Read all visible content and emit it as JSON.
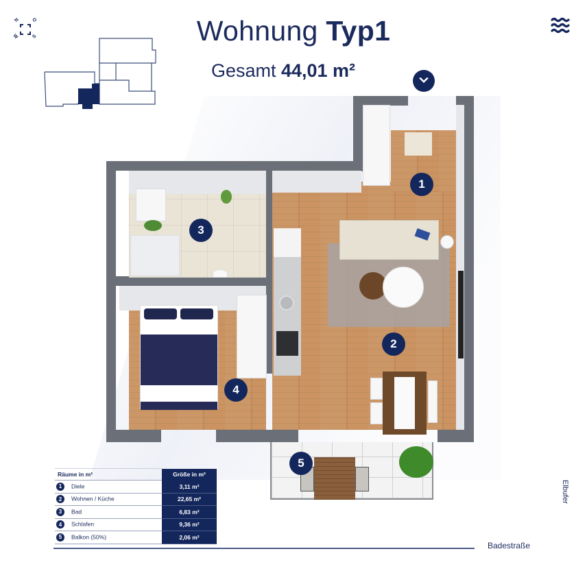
{
  "header": {
    "title_prefix": "Wohnung",
    "title_bold": "Typ1",
    "subtitle_prefix": "Gesamt",
    "subtitle_bold": "44,01 m²"
  },
  "icons": {
    "compass": {
      "north": "N",
      "east": "O",
      "south": "S",
      "west": "W"
    },
    "menu": "waves-menu-icon",
    "expand": "chevron-down-icon"
  },
  "colors": {
    "brand_navy": "#14275c",
    "text_navy": "#1b2a5c",
    "wall_gray": "#6b6f77",
    "wood_floor": "#c9915e"
  },
  "plan": {
    "badges": [
      {
        "number": "1",
        "room": "Diele"
      },
      {
        "number": "2",
        "room": "Wohnen / Küche"
      },
      {
        "number": "3",
        "room": "Bad"
      },
      {
        "number": "4",
        "room": "Schlafen"
      },
      {
        "number": "5",
        "room": "Balkon (50%)"
      }
    ]
  },
  "room_table": {
    "header_left": "Räume in m²",
    "header_right": "Größe in m²",
    "rows": [
      {
        "number": "1",
        "name": "Diele",
        "size": "3,11 m²"
      },
      {
        "number": "2",
        "name": "Wohnen / Küche",
        "size": "22,65 m²"
      },
      {
        "number": "3",
        "name": "Bad",
        "size": "6,83 m²"
      },
      {
        "number": "4",
        "name": "Schlafen",
        "size": "9,36 m²"
      },
      {
        "number": "5",
        "name": "Balkon (50%)",
        "size": "2,06 m²"
      }
    ]
  },
  "streets": {
    "bottom": "Badestraße",
    "right": "Elbufer"
  }
}
